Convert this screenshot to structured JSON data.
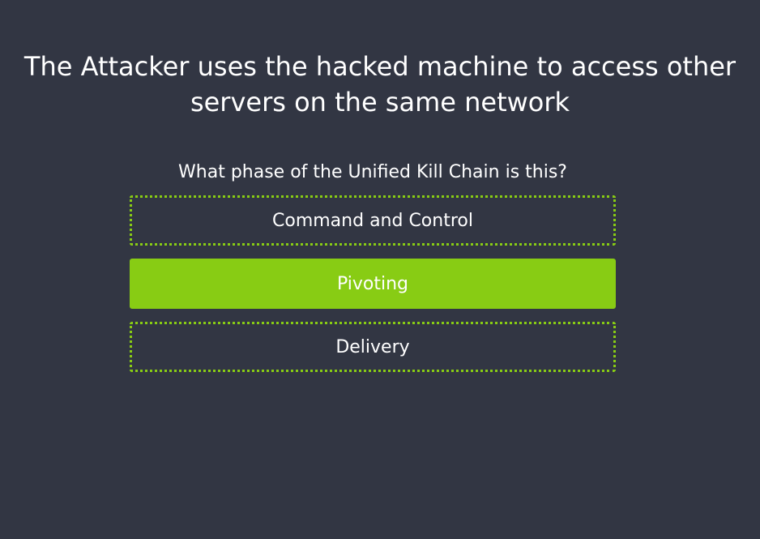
{
  "scenario": {
    "text": "The Attacker uses the hacked machine to access other servers on the same network"
  },
  "question": {
    "text": "What phase of the Unified Kill Chain is this?"
  },
  "options": [
    {
      "label": "Command and Control",
      "state": "unselected"
    },
    {
      "label": "Pivoting",
      "state": "selected"
    },
    {
      "label": "Delivery",
      "state": "unselected"
    }
  ],
  "colors": {
    "background": "#323643",
    "accent": "#88cc14",
    "text": "#ffffff"
  }
}
